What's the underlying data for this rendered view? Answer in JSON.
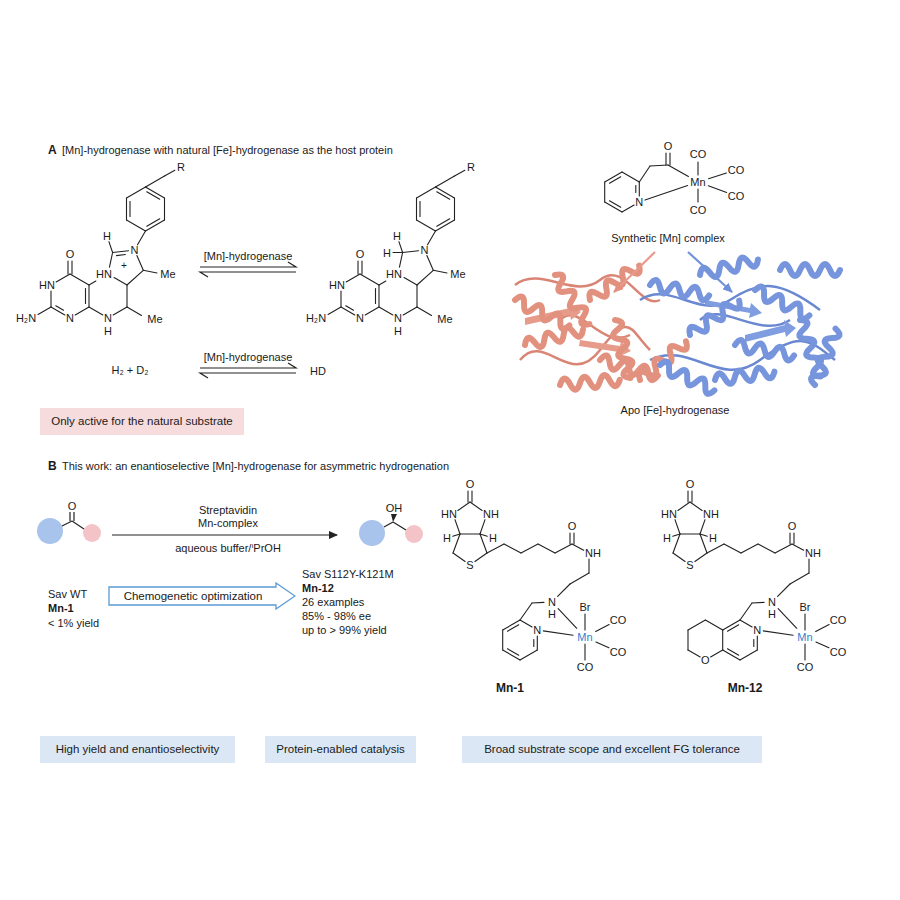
{
  "diagram": {
    "nodes": [
      {
        "text": [
          "Only active for the natural substrate"
        ]
      },
      {
        "text": [
          "Chemogenetic optimization"
        ]
      },
      {
        "text": [
          "High yield and enantioselectivity"
        ]
      },
      {
        "text": [
          "Protein-enabled catalysis"
        ]
      },
      {
        "text": [
          "Broad substrate scope and excellent FG tolerance"
        ]
      }
    ],
    "labels": [
      "A",
      "[Mn]-hydrogenase with natural [Fe]-hydrogenase as the host protein",
      "R",
      "H",
      "+",
      "N",
      "O",
      "HN",
      "HN",
      "Me",
      "H₂N",
      "N",
      "N",
      "Me",
      "H",
      "[Mn]-hydrogenase",
      "R",
      "H",
      "H",
      "N",
      "O",
      "HN",
      "HN",
      "Me",
      "H₂N",
      "N",
      "N",
      "Me",
      "H",
      "O",
      "CO",
      "Mn",
      "CO",
      "CO",
      "N",
      "CO",
      "Synthetic [Mn] complex",
      "H₂ + D₂",
      "[Mn]-hydrogenase",
      "HD",
      "Apo [Fe]-hydrogenase",
      "B",
      "This work: an enantioselective [Mn]-hydrogenase for asymmetric hydrogenation",
      "O",
      "Streptavidin",
      "Mn-complex",
      "aqueous buffer/ⁱPrOH",
      "OH",
      "Sav WT",
      "Mn-1",
      "< 1% yield",
      "Sav S112Y-K121M",
      "Mn-12",
      "26 examples",
      "85% - 98% ee",
      "up to > 99% yield",
      "O",
      "HN",
      "NH",
      "H",
      "H",
      "S",
      "O",
      "NH",
      "Br",
      "N",
      "H",
      "Mn",
      "CO",
      "N",
      "CO",
      "CO",
      "Mn-1",
      "O",
      "HN",
      "NH",
      "H",
      "H",
      "S",
      "O",
      "NH",
      "Br",
      "N",
      "H",
      "Mn",
      "CO",
      "N",
      "CO",
      "CO",
      "O",
      "Mn-12"
    ]
  }
}
